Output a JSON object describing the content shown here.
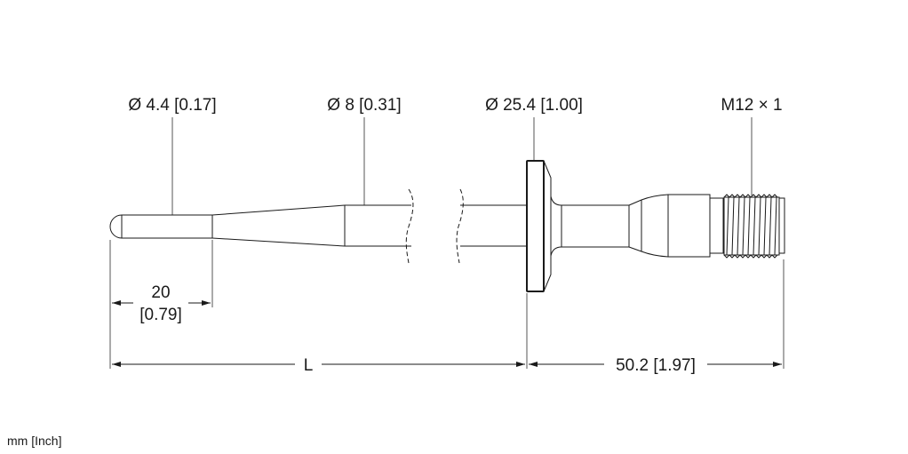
{
  "labels": {
    "tip_diameter": "Ø 4.4 [0.17]",
    "shaft_diameter": "Ø 8 [0.31]",
    "flange_diameter": "Ø 25.4 [1.00]",
    "thread": "M12 × 1",
    "tip_length_mm": "20",
    "tip_length_in": "[0.79]",
    "length": "L",
    "connector_length": "50.2 [1.97]",
    "units": "mm [Inch]"
  }
}
